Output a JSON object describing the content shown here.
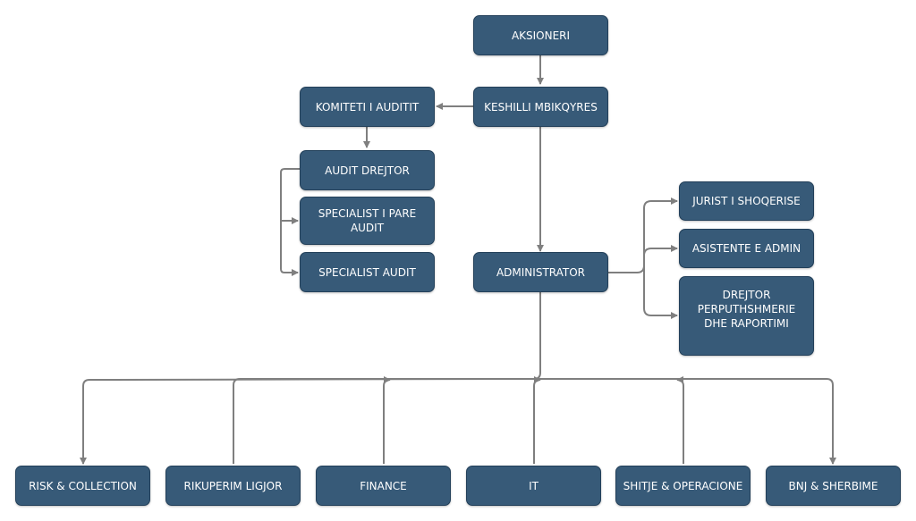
{
  "org_chart": {
    "nodes": {
      "aksioneri": "AKSIONERI",
      "keshilli_mbikqyres": "KESHILLI MBIKQYRES",
      "komiteti_auditit": "KOMITETI I AUDITIT",
      "audit_drejtor": "AUDIT DREJTOR",
      "specialist_pare_audit": "SPECIALIST I PARE AUDIT",
      "specialist_audit": "SPECIALIST AUDIT",
      "administrator": "ADMINISTRATOR",
      "jurist_shoqerise": "JURIST I SHOQERISE",
      "asistente_admin": "ASISTENTE E ADMIN",
      "drejtor_perputhshmerie": "DREJTOR PERPUTHSHMERIE DHE RAPORTIMI",
      "risk_collection": "RISK & COLLECTION",
      "rikuperim_ligjor": "RIKUPERIM LIGJOR",
      "finance": "FINANCE",
      "it": "IT",
      "shitje_operacione": "SHITJE & OPERACIONE",
      "bnj_sherbime": "BNJ & SHERBIME"
    },
    "colors": {
      "node_fill": "#375a78",
      "node_border": "#23405a",
      "node_text": "#ffffff",
      "connector": "#7f7f7f"
    }
  }
}
